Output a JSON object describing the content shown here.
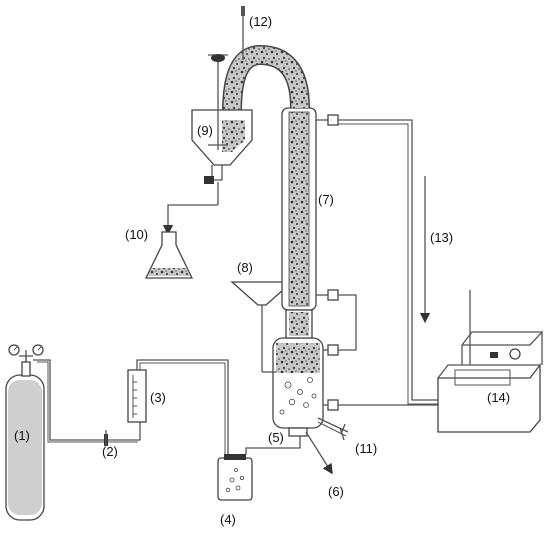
{
  "labels": {
    "l1": "(1)",
    "l2": "(2)",
    "l3": "(3)",
    "l4": "(4)",
    "l5": "(5)",
    "l6": "(6)",
    "l7": "(7)",
    "l8": "(8)",
    "l9": "(9)",
    "l10": "(10)",
    "l11": "(11)",
    "l12": "(12)",
    "l13": "(13)",
    "l14": "(14)"
  },
  "colors": {
    "line": "#555555",
    "packing": "#bbbbbb",
    "background": "#ffffff"
  }
}
